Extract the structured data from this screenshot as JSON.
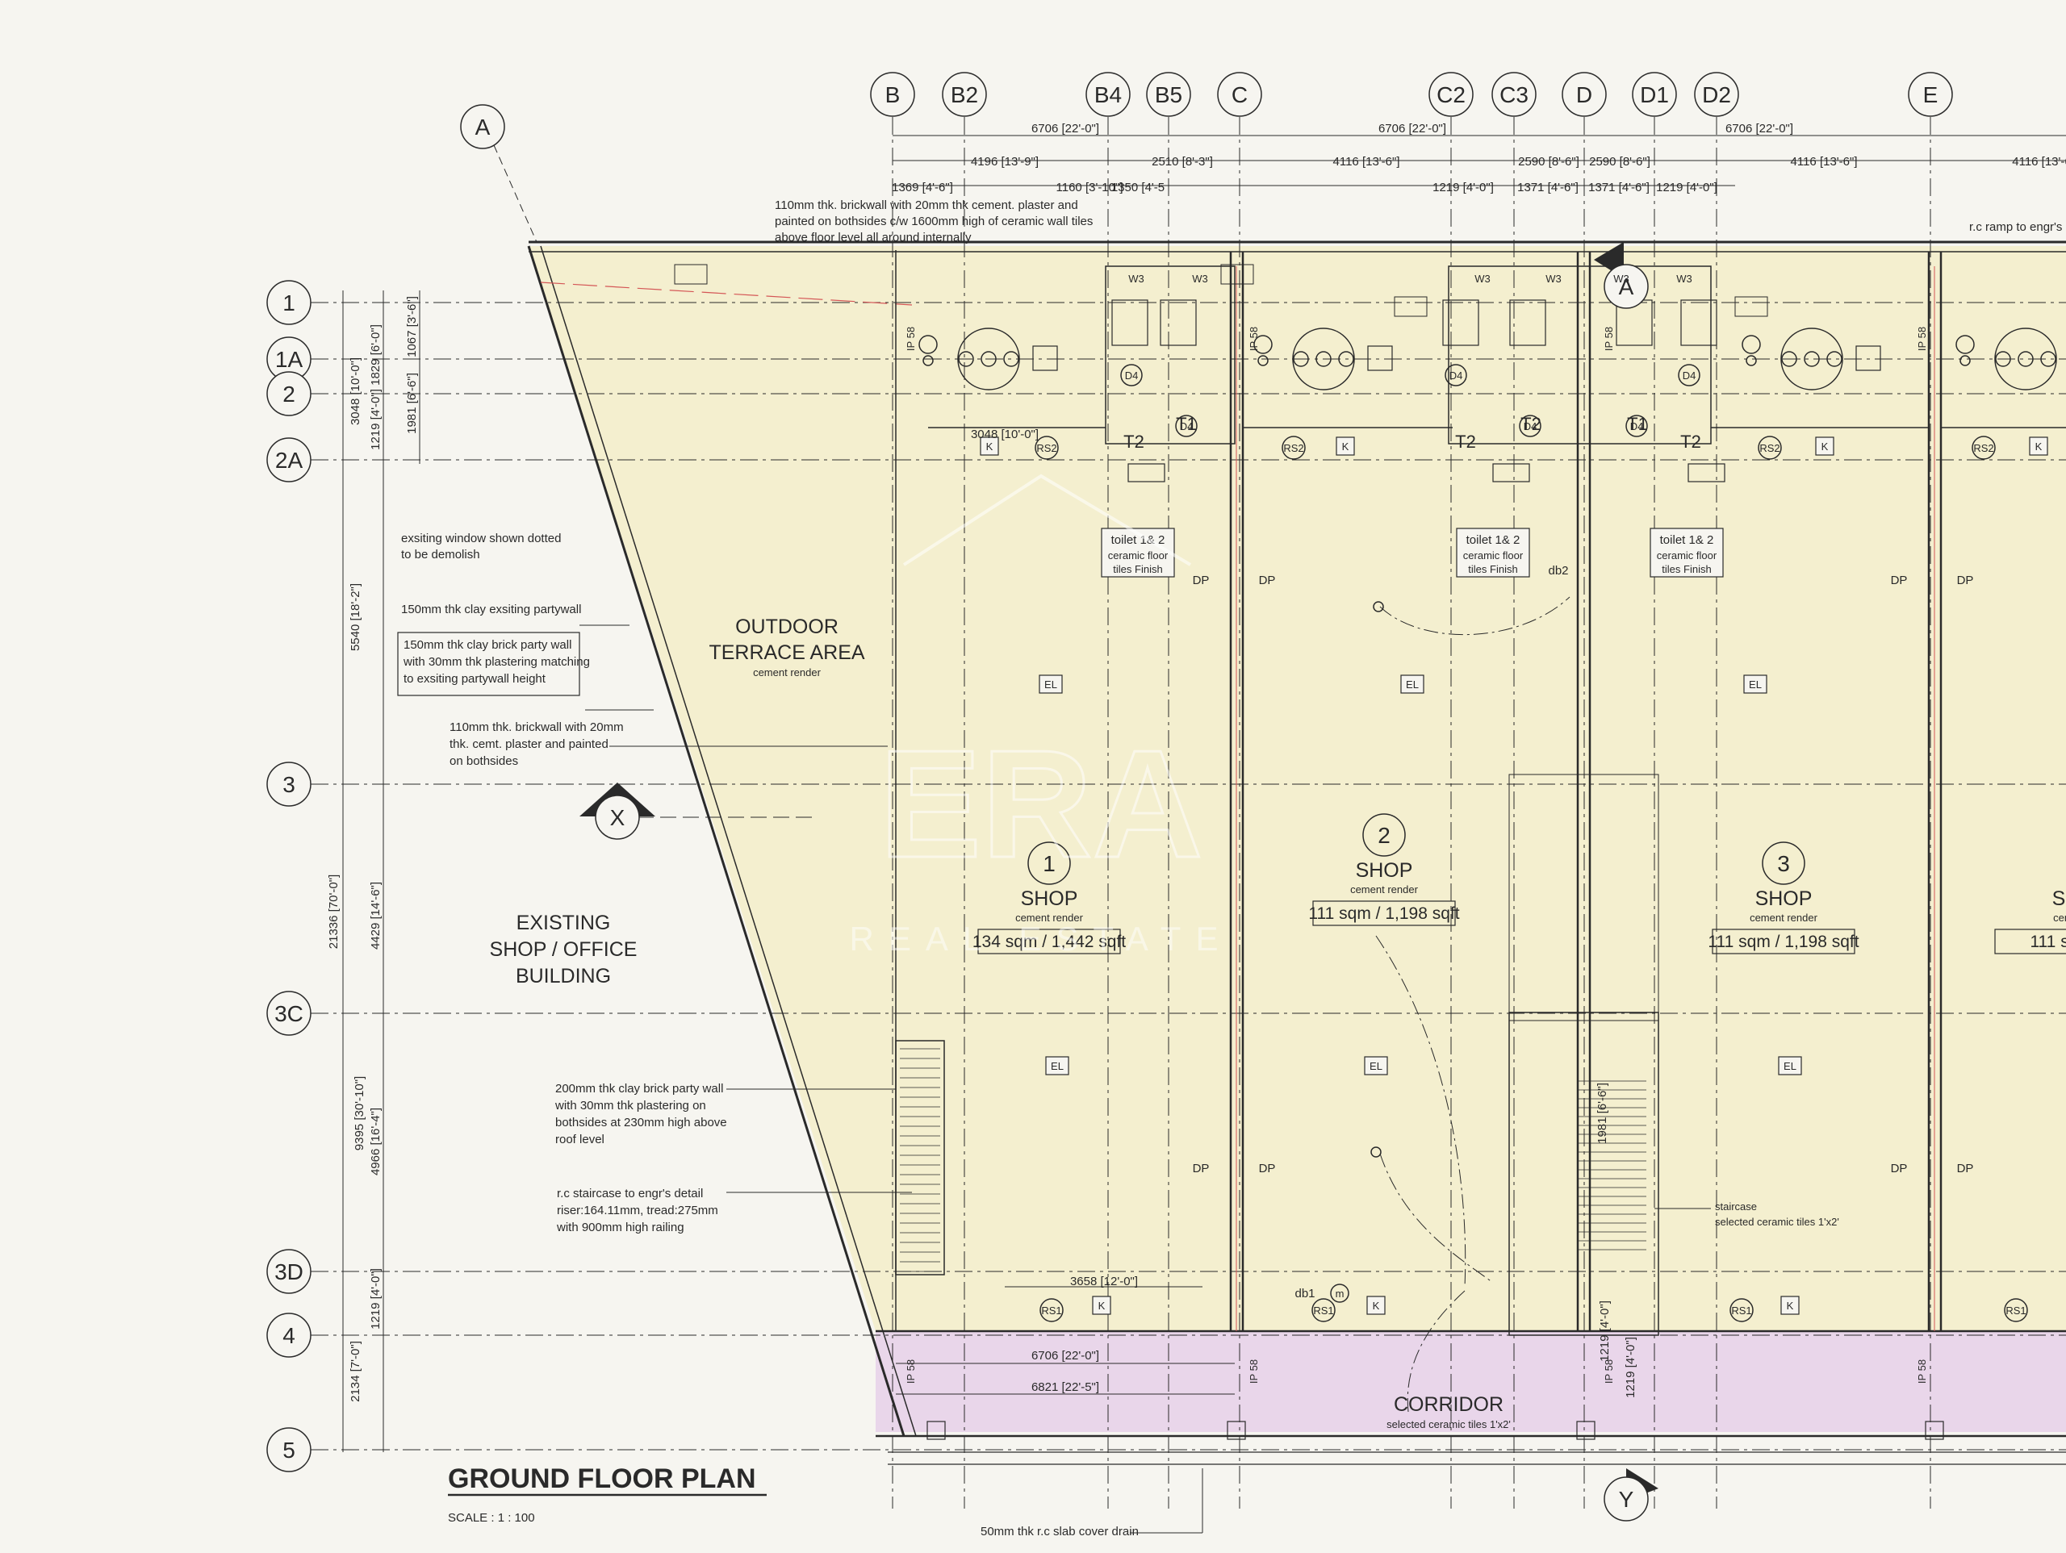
{
  "title": "GROUND FLOOR PLAN",
  "scale": "SCALE : 1 : 100",
  "watermark": {
    "brand": "ERA",
    "tagline": "REAL ESTATE"
  },
  "column_grid": [
    "B",
    "B2",
    "B4",
    "B5",
    "C",
    "C2",
    "C3",
    "D",
    "D1",
    "D2",
    "E"
  ],
  "row_grid": [
    "1",
    "1A",
    "2",
    "2A",
    "3",
    "3C",
    "3D",
    "4",
    "5"
  ],
  "section_marks": {
    "diag": "A",
    "x": "X",
    "top": "A",
    "bottom": "Y"
  },
  "dims_top_1": [
    "6706 [22'-0\"]",
    "6706 [22'-0\"]",
    "6706 [22'-0\"]"
  ],
  "dims_top_2": [
    "4196 [13'-9\"]",
    "2510 [8'-3\"]",
    "4116 [13'-6\"]",
    "2590 [8'-6\"]",
    "2590 [8'-6\"]",
    "4116 [13'-6\"]",
    "4116 [13'-6"
  ],
  "dims_top_3": [
    "1369 [4'-6\"]",
    "1160 [3'-10\"]",
    "1350 [4'-5",
    "1219 [4'-0\"]",
    "1371 [4'-6\"]",
    "1371 [4'-6\"]",
    "1219 [4'-0\"]"
  ],
  "dims_left_outer": [
    "3048 [10'-0\"]",
    "5540 [18'-2\"]",
    "21336 [70'-0\"]",
    "9395 [30'-10\"]",
    "2134 [7'-0\"]"
  ],
  "dims_left_inner": [
    "1219 [4'-0\"]",
    "1829 [6'-0\"]",
    "1067 [3'-6\"]",
    "1981 [6'-6\"]",
    "4429 [14'-6\"]",
    "4966 [16'-4\"]",
    "1219 [4'-0\"]",
    "1219 [4'-0\"]"
  ],
  "dims_plan": [
    "3048 [10'-0\"]",
    "3658 [12'-0\"]",
    "6706 [22'-0\"]",
    "6821 [22'-5\"]",
    "1981 [6'-6\"]",
    "1219 [4'-0\"]"
  ],
  "notes": {
    "wall_top": [
      "110mm thk. brickwall with 20mm thk cement. plaster and",
      "painted on bothsides c/w 1600mm high of ceramic wall tiles",
      "above floor level all around internally"
    ],
    "ramp": "r.c ramp to engr's",
    "window": [
      "exsiting window shown dotted",
      "to be demolish"
    ],
    "partywall": "150mm thk clay exsiting partywall",
    "new_partywall": [
      "150mm thk clay brick party wall",
      "with 30mm thk plastering matching",
      "to exsiting partywall height"
    ],
    "brickwall": [
      "110mm thk. brickwall with 20mm",
      "thk. cemt. plaster and painted",
      "on bothsides"
    ],
    "party200": [
      "200mm thk clay brick party wall",
      "with 30mm thk plastering on",
      "bothsides at 230mm high above",
      "roof level"
    ],
    "staircase": [
      "r.c staircase to engr's detail",
      "riser:164.11mm, tread:275mm",
      "with 900mm high railing"
    ],
    "stair_tiles": [
      "staircase",
      "selected ceramic tiles 1'x2'"
    ],
    "drain": "50mm thk r.c slab cover drain"
  },
  "rooms": {
    "terrace": {
      "name": [
        "OUTDOOR",
        "TERRACE AREA"
      ],
      "finish": "cement render"
    },
    "existing": [
      "EXISTING",
      "SHOP / OFFICE",
      "BUILDING"
    ],
    "shops": [
      {
        "no": "1",
        "name": "SHOP",
        "finish": "cement render",
        "area": "134 sqm / 1,442 sqft"
      },
      {
        "no": "2",
        "name": "SHOP",
        "finish": "cement render",
        "area": "111 sqm / 1,198 sqft"
      },
      {
        "no": "3",
        "name": "SHOP",
        "finish": "cement render",
        "area": "111 sqm / 1,198 sqft"
      },
      {
        "no": "",
        "name": "SH",
        "finish": "ceme",
        "area": "111 sqm /"
      }
    ],
    "toilet": {
      "name": "toilet 1& 2",
      "finish": [
        "ceramic floor",
        "tiles Finish"
      ]
    },
    "corridor": {
      "name": "CORRIDOR",
      "finish": "selected ceramic tiles 1'x2'"
    }
  },
  "tags": {
    "el": "EL",
    "k": "K",
    "rs1": "RS1",
    "rs2": "RS2",
    "dp": "DP",
    "d4": "D4",
    "t1": "T1",
    "t2": "T2",
    "w3": "W3",
    "db1": "db1",
    "db2": "db2",
    "m": "m",
    "ip": "IP 58"
  },
  "colors": {
    "fill_shop": "#f4efcf",
    "fill_corridor": "#e9d6ea",
    "line": "#2a2a2a",
    "red_line": "#d45656"
  }
}
